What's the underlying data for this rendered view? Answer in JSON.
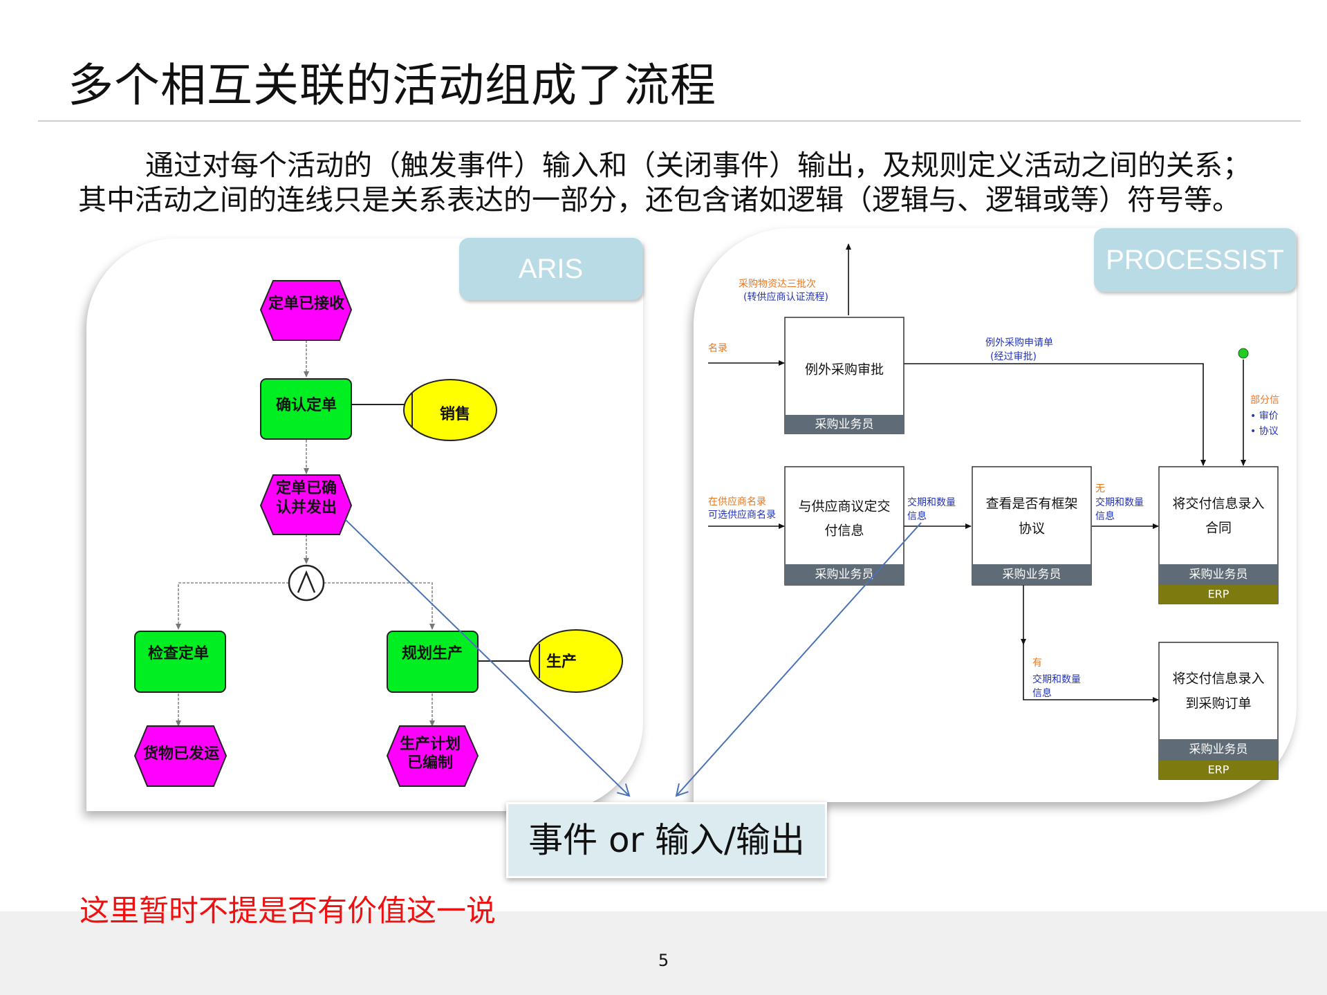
{
  "title": "多个相互关联的活动组成了流程",
  "intro": {
    "line1": "通过对每个活动的（触发事件）输入和（关闭事件）输出，及规则定义活动之间的关系；",
    "line2": "其中活动之间的连线只是关系表达的一部分，还包含诸如逻辑（逻辑与、逻辑或等）符号等。"
  },
  "aris": {
    "tag": "ARIS",
    "events": {
      "order_received": "定单已接收",
      "order_confirmed_1": "定单已确",
      "order_confirmed_2": "认并发出",
      "goods_shipped": "货物已发运",
      "plan_1": "生产计划",
      "plan_2": "已编制"
    },
    "functions": {
      "confirm_order": "确认定单",
      "check_order": "检查定单",
      "plan_production": "规划生产"
    },
    "org_units": {
      "sales": "销售",
      "production": "生产"
    },
    "operator": "∧"
  },
  "processist": {
    "tag": "PROCESSIST",
    "activities": {
      "exception_approval": "例外采购审批",
      "negotiate_1": "与供应商议定交",
      "negotiate_2": "付信息",
      "check_framework_1": "查看是否有框架",
      "check_framework_2": "协议",
      "enter_contract_1": "将交付信息录入",
      "enter_contract_2": "合同",
      "enter_po_1": "将交付信息录入",
      "enter_po_2": "到采购订单"
    },
    "roles": {
      "buyer": "采购业务员",
      "erp": "ERP"
    },
    "flow_labels": {
      "top_orange_1": "采购物资达三批次",
      "top_blue_2": "(转供应商认证流程)",
      "left_cut": "名录",
      "exception_1": "例外采购申请单",
      "exception_2": "(经过审批)",
      "supplier_1": "在供应商名录",
      "supplier_2": "可选供应商名录",
      "qty_1": "交期和数量",
      "qty_2": "信息",
      "none": "无",
      "qty_3": "交期和数量",
      "qty_4": "信息",
      "right_1": "部分信",
      "right_2": "• 审价",
      "right_3": "• 协议",
      "have": "有",
      "qty_5": "交期和数量",
      "qty_6": "信息"
    }
  },
  "callout": "事件 or 输入/输出",
  "note": "这里暂时不提是否有价值这一说",
  "page_number": "5"
}
